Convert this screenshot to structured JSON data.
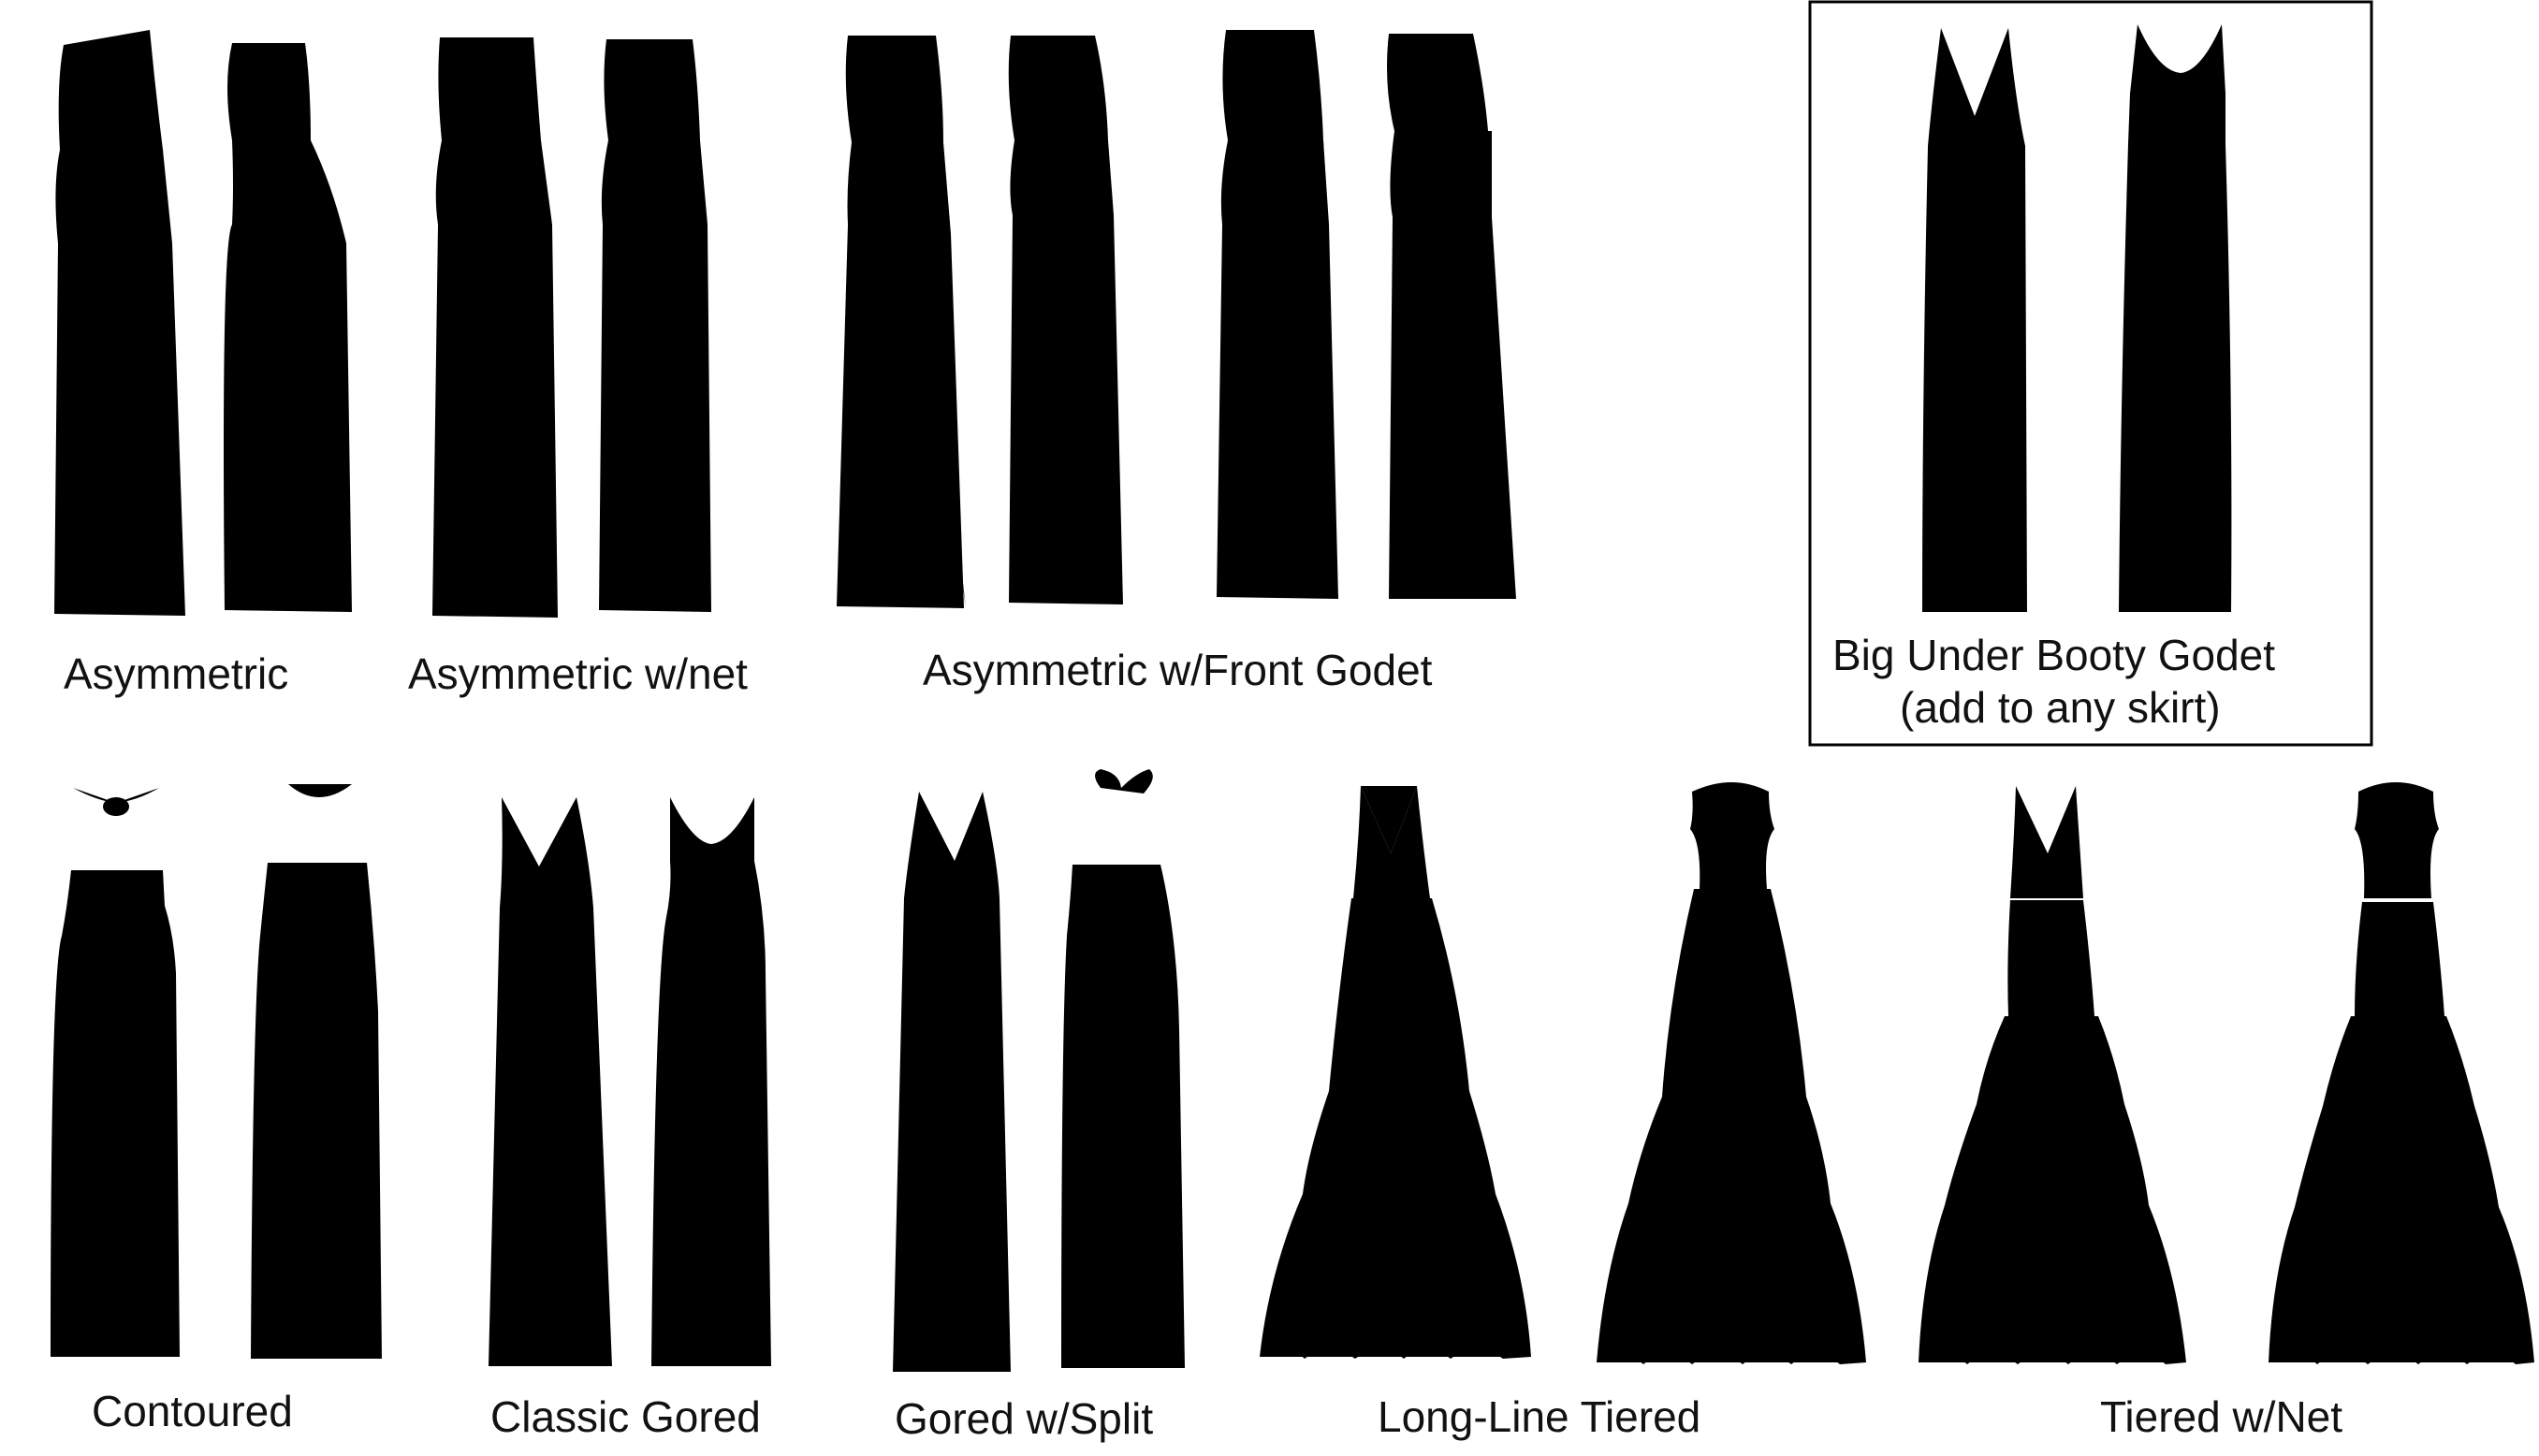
{
  "labels": {
    "asymmetric": "Asymmetric",
    "asymmetric_net": "Asymmetric w/net",
    "asymmetric_godet": "Asymmetric w/Front Godet",
    "booty_line1": "Big Under Booty Godet",
    "booty_line2": "(add to any skirt)",
    "contoured": "Contoured",
    "classic_gored": "Classic Gored",
    "gored_split": "Gored w/Split",
    "longline_tiered": "Long-Line Tiered",
    "tiered_net": "Tiered w/Net"
  },
  "colors": {
    "line": "#000000",
    "net_fill": "#c4c4c4",
    "background": "#ffffff"
  }
}
